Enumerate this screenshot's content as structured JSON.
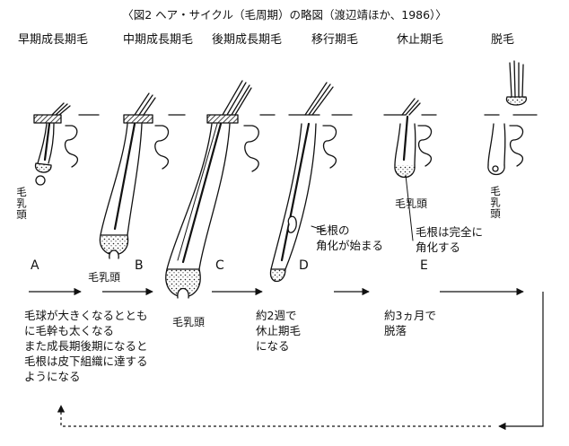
{
  "caption": "〈図2 ヘア・サイクル（毛周期）の略図（渡辺靖ほか、1986）〉",
  "stages": [
    "早期成長期毛",
    "中期成長期毛",
    "後期成長期毛",
    "移行期毛",
    "休止期毛",
    "脱毛"
  ],
  "letters": [
    "A",
    "B",
    "C",
    "D",
    "E"
  ],
  "papilla_label": "毛乳頭",
  "annotations": {
    "d_keratinization_start": "毛根の\n角化が始まる",
    "e_fully_keratinized": "毛根は完全に\n角化する"
  },
  "notes": {
    "a_growth": "毛球が大きくなるととも\nに毛幹も太くなる\nまた成長期後期になると\n毛根は皮下組織に達する\nようになる",
    "c_to_d": "約2週で\n休止期毛\nになる",
    "d_to_e": "約3ヵ月で\n脱落"
  }
}
